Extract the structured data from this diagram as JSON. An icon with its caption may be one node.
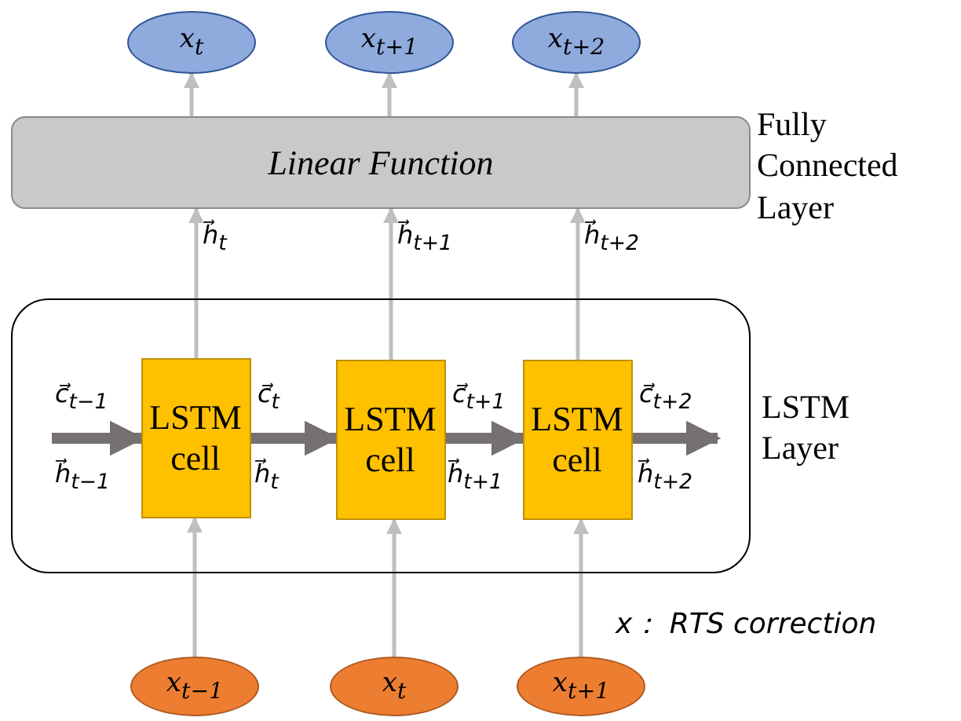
{
  "diagram": {
    "nodes": [
      {
        "text": [
          "x$_{t}$"
        ]
      },
      {
        "text": [
          "x$_{t+1}$"
        ]
      },
      {
        "text": [
          "x$_{t+2}$"
        ]
      },
      {
        "text": [
          "Linear Function"
        ],
        "beside": [
          "Fully Connected Layer"
        ]
      },
      {
        "text": [],
        "shape": "box",
        "beside": [
          "LSTM Layer"
        ]
      },
      {
        "text": [
          "LSTM cell"
        ],
        "in": 4
      },
      {
        "text": [
          "LSTM cell"
        ],
        "in": 4
      },
      {
        "text": [
          "LSTM cell"
        ],
        "in": 4
      },
      {
        "text": [
          "x$_{t−1}$"
        ]
      },
      {
        "text": [
          "x$_{t}$"
        ]
      },
      {
        "text": [
          "x$_{t+1}$"
        ]
      }
    ],
    "edges": [
      {
        "from": 3,
        "to": 0,
        "arrow": "to"
      },
      {
        "from": 3,
        "to": 1,
        "arrow": "to"
      },
      {
        "from": 3,
        "to": 2,
        "arrow": "to"
      },
      {
        "from": 5,
        "to": 3,
        "arrow": "to",
        "label": "h⃗$_{t}$"
      },
      {
        "from": 6,
        "to": 3,
        "arrow": "to",
        "label": "h⃗$_{t+1}$"
      },
      {
        "from": 7,
        "to": 3,
        "arrow": "to",
        "label": "h⃗$_{t+2}$"
      },
      {
        "from": 8,
        "to": 5,
        "arrow": "to"
      },
      {
        "from": 9,
        "to": 6,
        "arrow": "to"
      },
      {
        "from": 10,
        "to": 7,
        "arrow": "to"
      },
      {
        "from": null,
        "to": 5,
        "arrow": "to",
        "label": "c⃗$_{t−1}$",
        "style": "thick",
        "color": "#767171"
      },
      {
        "from": 5,
        "to": 6,
        "arrow": "to",
        "label": "c⃗$_{t}$",
        "style": "thick",
        "color": "#767171"
      },
      {
        "from": 6,
        "to": 7,
        "arrow": "to",
        "label": "c⃗$_{t+1}$",
        "style": "thick",
        "color": "#767171"
      },
      {
        "from": 7,
        "to": null,
        "arrow": "to",
        "label": "c⃗$_{t+2}$",
        "style": "thick",
        "color": "#767171"
      }
    ],
    "labels": [
      "h⃗$_{t−1}$",
      "h⃗$_{t}$",
      "h⃗$_{t+1}$",
      "h⃗$_{t+2}$",
      "x： RTS correction"
    ]
  }
}
